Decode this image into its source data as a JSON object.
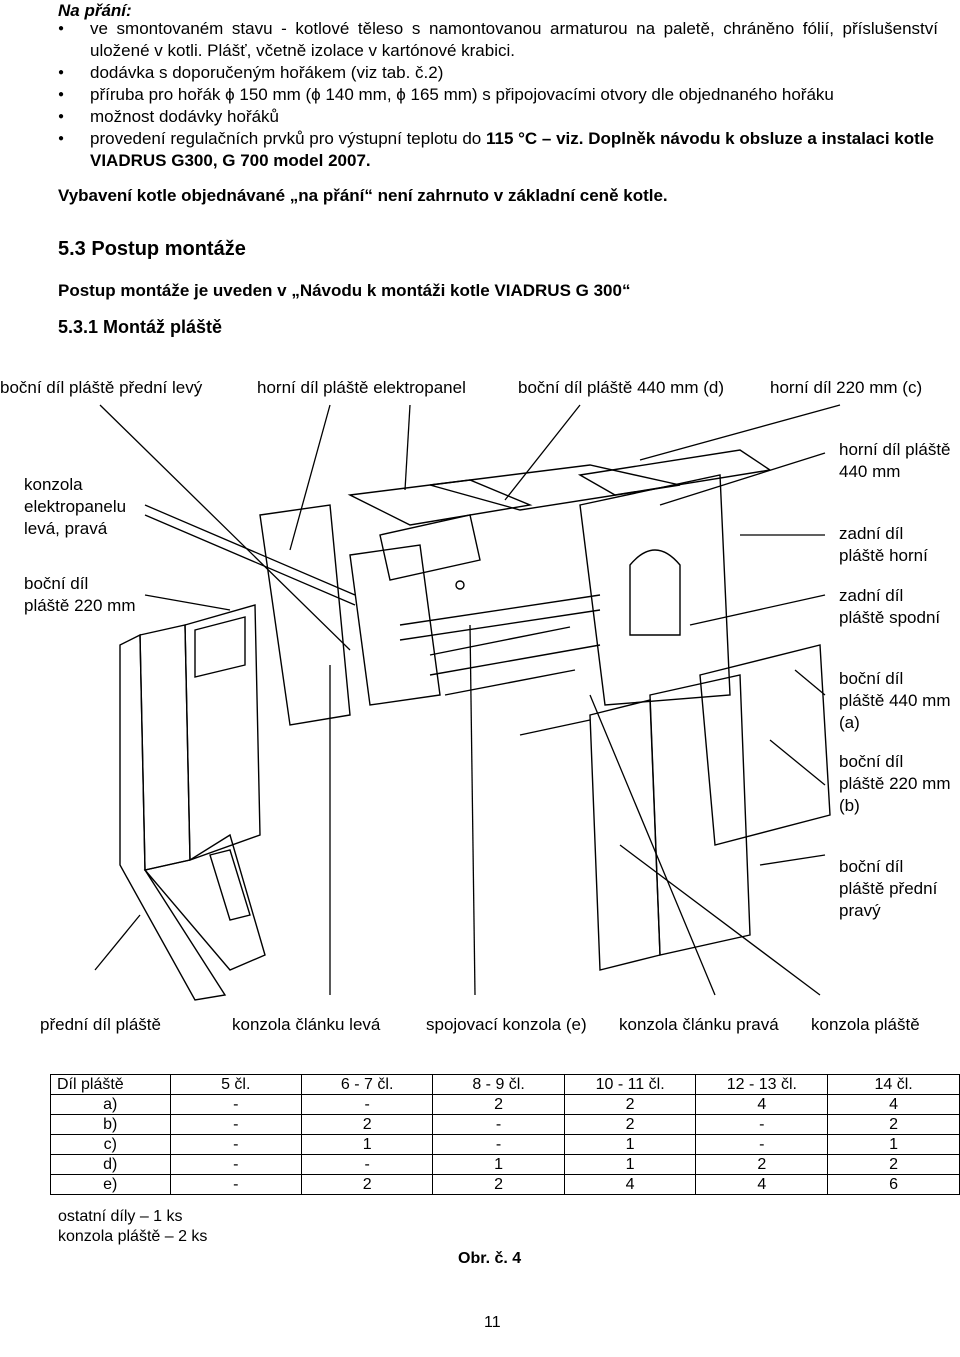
{
  "heading_na_prani": "Na přání:",
  "bullets": [
    "ve smontovaném stavu - kotlové těleso s namontovanou armaturou na paletě, chráněno fólií, příslušenství uložené v kotli. Plášť, včetně izolace v kartónové krabici.",
    "dodávka s doporučeným hořákem (viz tab. č.2)",
    "příruba pro hořák ϕ 150 mm (ϕ 140 mm, ϕ 165 mm) s připojovacími otvory dle objednaného hořáku",
    "možnost dodávky hořáků"
  ],
  "bullet5": {
    "normal": "provedení regulačních prvků pro výstupní teplotu do ",
    "bold": "115 °C – viz. Doplněk návodu k obsluze a instalaci kotle VIADRUS G300, G 700 model 2007."
  },
  "note": "Vybavení kotle objednávané „na přání“ není zahrnuto v základní ceně kotle.",
  "section_53": "5.3 Postup montáže",
  "section_53_text": "Postup montáže je uveden v „Návodu k montáži kotle VIADRUS G 300“",
  "section_531": "5.3.1 Montáž pláště",
  "figure": {
    "top_labels": [
      "boční díl pláště přední levý",
      "horní díl pláště elektropanel",
      "boční díl pláště 440 mm (d)",
      "horní díl 220 mm (c)"
    ],
    "left_labels": [
      "konzola",
      "elektropanelu",
      "levá, pravá",
      "boční díl",
      "pláště 220 mm"
    ],
    "right_labels": [
      "horní díl pláště",
      "440 mm",
      "zadní díl",
      "pláště horní",
      "zadní díl",
      "pláště spodní",
      "boční díl",
      "pláště 440 mm",
      "(a)",
      "boční díl",
      "pláště 220 mm",
      "(b)",
      "boční díl",
      "pláště přední",
      "pravý"
    ],
    "bottom_labels": [
      "přední díl pláště",
      "konzola článku levá",
      "spojovací konzola (e)",
      "konzola článku pravá",
      "konzola pláště"
    ]
  },
  "table": {
    "header": [
      "Díl pláště",
      "5 čl.",
      "6 - 7 čl.",
      "8 - 9 čl.",
      "10 - 11 čl.",
      "12 - 13 čl.",
      "14 čl."
    ],
    "rows": [
      [
        "a)",
        "-",
        "-",
        "2",
        "2",
        "4",
        "4"
      ],
      [
        "b)",
        "-",
        "2",
        "-",
        "2",
        "-",
        "2"
      ],
      [
        "c)",
        "-",
        "1",
        "-",
        "1",
        "-",
        "1"
      ],
      [
        "d)",
        "-",
        "-",
        "1",
        "1",
        "2",
        "2"
      ],
      [
        "e)",
        "-",
        "2",
        "2",
        "4",
        "4",
        "6"
      ]
    ],
    "extra1": "ostatní díly – 1 ks",
    "extra2": "konzola pláště – 2 ks"
  },
  "caption": "Obr. č. 4",
  "page_number": "11"
}
